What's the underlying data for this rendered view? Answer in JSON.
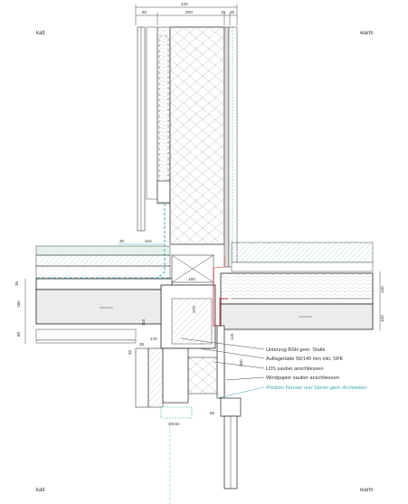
{
  "corners": {
    "top_left": "kalt",
    "top_right": "warm",
    "bottom_left": "kalt",
    "bottom_right": "warm"
  },
  "dimensions": {
    "top_total": "420",
    "top_segments": [
      "80",
      "300",
      "15",
      "25"
    ],
    "left_stack": [
      "35",
      "180",
      "80"
    ],
    "parapet": "215",
    "left_small": "30",
    "mid_190": "190",
    "mid_110": "110",
    "mid_270": "270",
    "mid_170": "170",
    "mid_115": "115",
    "mid_35": "35",
    "mid_40": "40",
    "low_300": "300",
    "low_25": "25",
    "low_50": "50",
    "window_w": "40mm",
    "slab_140": "140",
    "slab_100": "100"
  },
  "annotations": [
    {
      "text": "Unterzug BSH gem. Statik",
      "style": "normal"
    },
    {
      "text": "Auflagerlatte 50/140 mm inkl. SPK",
      "style": "normal"
    },
    {
      "text": "LDS sauber anschliessen",
      "style": "normal"
    },
    {
      "text": "Windpapier sauber anschliessen",
      "style": "normal"
    },
    {
      "text": "Position Fenster und Storen gem. Architektur",
      "style": "teal"
    }
  ],
  "colors": {
    "line": "#444444",
    "teal": "#3aa9b3",
    "red": "#d42a2a",
    "insulation_fill": "#eaf5ee",
    "concrete_fill": "#e7e7e7",
    "wood_fill": "#f3f3f3"
  }
}
